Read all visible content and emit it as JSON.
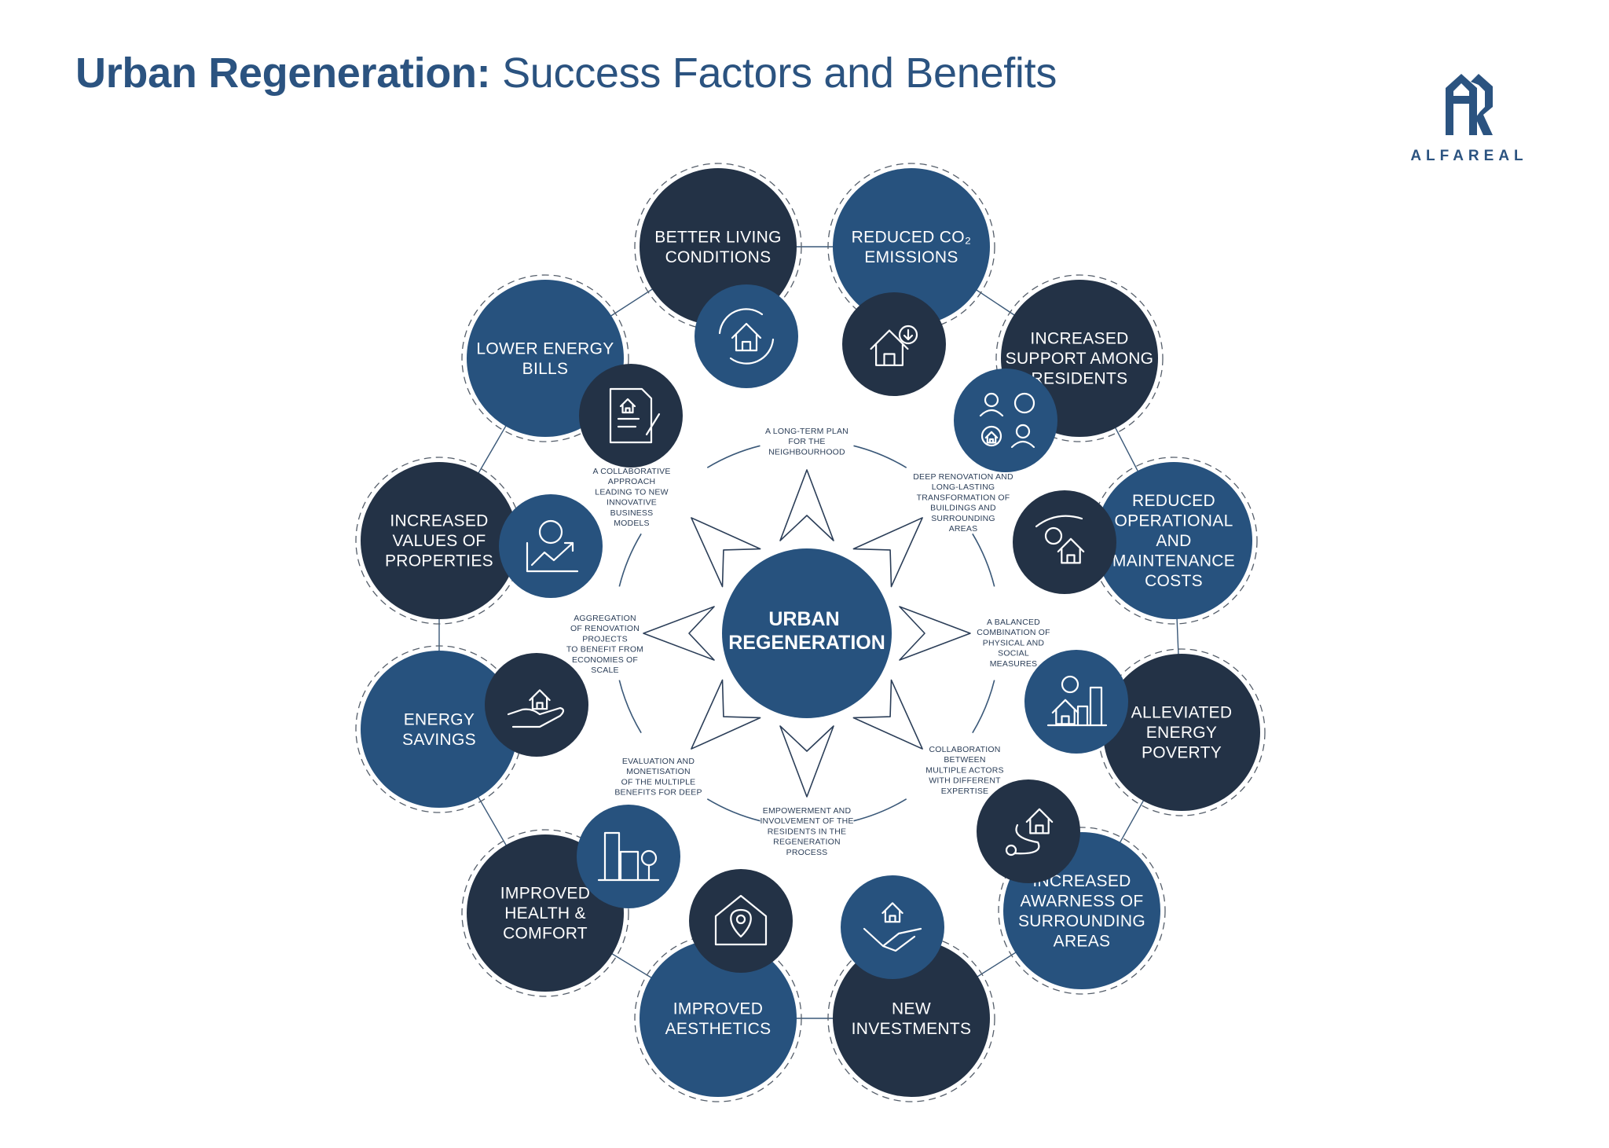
{
  "header": {
    "title_bold": "Urban Regeneration:",
    "title_light": "Success Factors and Benefits"
  },
  "logo": {
    "wordmark": "ALFAREAL"
  },
  "colors": {
    "navy": "#233246",
    "blue": "#27527e",
    "title": "#2b5380",
    "line": "#3a5878"
  },
  "center": {
    "lines": [
      "URBAN",
      "REGENERATION"
    ]
  },
  "success_factors": [
    {
      "lines": [
        "A LONG-TERM PLAN",
        "FOR THE",
        "NEIGHBOURHOOD"
      ]
    },
    {
      "lines": [
        "DEEP RENOVATION AND",
        "LONG-LASTING",
        "TRANSFORMATION OF",
        "BUILDINGS AND",
        "SURROUNDING",
        "AREAS"
      ]
    },
    {
      "lines": [
        "A BALANCED",
        "COMBINATION OF",
        "PHYSICAL AND",
        "SOCIAL",
        "MEASURES"
      ]
    },
    {
      "lines": [
        "COLLABORATION",
        "BETWEEN",
        "MULTIPLE ACTORS",
        "WITH DIFFERENT",
        "EXPERTISE"
      ]
    },
    {
      "lines": [
        "EMPOWERMENT AND",
        "INVOLVEMENT OF THE",
        "RESIDENTS IN THE",
        "REGENERATION",
        "PROCESS"
      ]
    },
    {
      "lines": [
        "EVALUATION AND",
        "MONETISATION",
        "OF THE MULTIPLE",
        "BENEFITS FOR DEEP"
      ]
    },
    {
      "lines": [
        "AGGREGATION",
        "OF RENOVATION",
        "PROJECTS",
        "TO BENEFIT FROM",
        "ECONOMIES OF",
        "SCALE"
      ]
    },
    {
      "lines": [
        "A COLLABORATIVE",
        "APPROACH",
        "LEADING TO NEW",
        "INNOVATIVE",
        "BUSINESS",
        "MODELS"
      ]
    }
  ],
  "benefits": [
    {
      "lines": [
        "BETTER LIVING",
        "CONDITIONS"
      ],
      "color": "#233246",
      "icon": "house-cycle-icon"
    },
    {
      "lines": [
        "REDUCED CO₂",
        "EMISSIONS"
      ],
      "color": "#27527e",
      "icon": "house-emissions-icon"
    },
    {
      "lines": [
        "INCREASED",
        "SUPPORT AMONG",
        "RESIDENTS"
      ],
      "color": "#233246",
      "icon": "residents-chat-icon"
    },
    {
      "lines": [
        "REDUCED",
        "OPERATIONAL",
        "AND",
        "MAINTENANCE",
        "COSTS"
      ],
      "color": "#27527e",
      "icon": "hand-coin-house-icon"
    },
    {
      "lines": [
        "ALLEVIATED",
        "ENERGY",
        "POVERTY"
      ],
      "color": "#233246",
      "icon": "house-chart-icon"
    },
    {
      "lines": [
        "INCREASED",
        "AWARNESS OF",
        "SURROUNDING",
        "AREAS"
      ],
      "color": "#27527e",
      "icon": "route-pin-icon"
    },
    {
      "lines": [
        "NEW",
        "INVESTMENTS"
      ],
      "color": "#233246",
      "icon": "handshake-house-icon"
    },
    {
      "lines": [
        "IMPROVED",
        "AESTHETICS"
      ],
      "color": "#27527e",
      "icon": "house-pin-icon"
    },
    {
      "lines": [
        "IMPROVED",
        "HEALTH &",
        "COMFORT"
      ],
      "color": "#233246",
      "icon": "city-tree-icon"
    },
    {
      "lines": [
        "ENERGY",
        "SAVINGS"
      ],
      "color": "#27527e",
      "icon": "hand-house-icon"
    },
    {
      "lines": [
        "INCREASED",
        "VALUES OF",
        "PROPERTIES"
      ],
      "color": "#233246",
      "icon": "value-growth-icon"
    },
    {
      "lines": [
        "LOWER ENERGY",
        "BILLS"
      ],
      "color": "#27527e",
      "icon": "bill-document-icon"
    }
  ]
}
